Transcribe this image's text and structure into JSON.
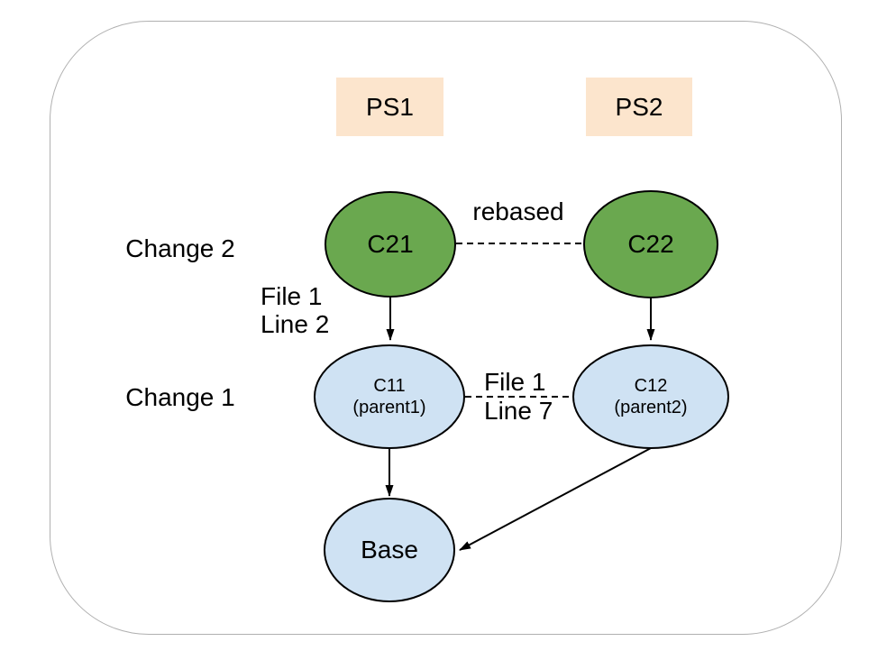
{
  "diagram": {
    "patchsets": [
      {
        "label": "PS1"
      },
      {
        "label": "PS2"
      }
    ],
    "changes": [
      {
        "label": "Change 2"
      },
      {
        "label": "Change 1"
      }
    ],
    "nodes": {
      "c21": {
        "label": "C21"
      },
      "c22": {
        "label": "C22"
      },
      "c11": {
        "label": "C11",
        "sublabel": "(parent1)"
      },
      "c12": {
        "label": "C12",
        "sublabel": "(parent2)"
      },
      "base": {
        "label": "Base"
      }
    },
    "edge_labels": {
      "rebased": "rebased",
      "parent_change": {
        "line1": "File 1",
        "line2": "Line 2"
      },
      "conflict": {
        "line1": "File 1",
        "line2": "Line 7"
      }
    },
    "colors": {
      "patchset_fill": "#fce5cd",
      "change2_fill": "#6aa84f",
      "change1_fill": "#cfe2f3",
      "node_stroke": "#000000",
      "edge_stroke": "#000000",
      "frame_border": "#b0b0b0",
      "text": "#000000",
      "background": "#ffffff"
    }
  }
}
